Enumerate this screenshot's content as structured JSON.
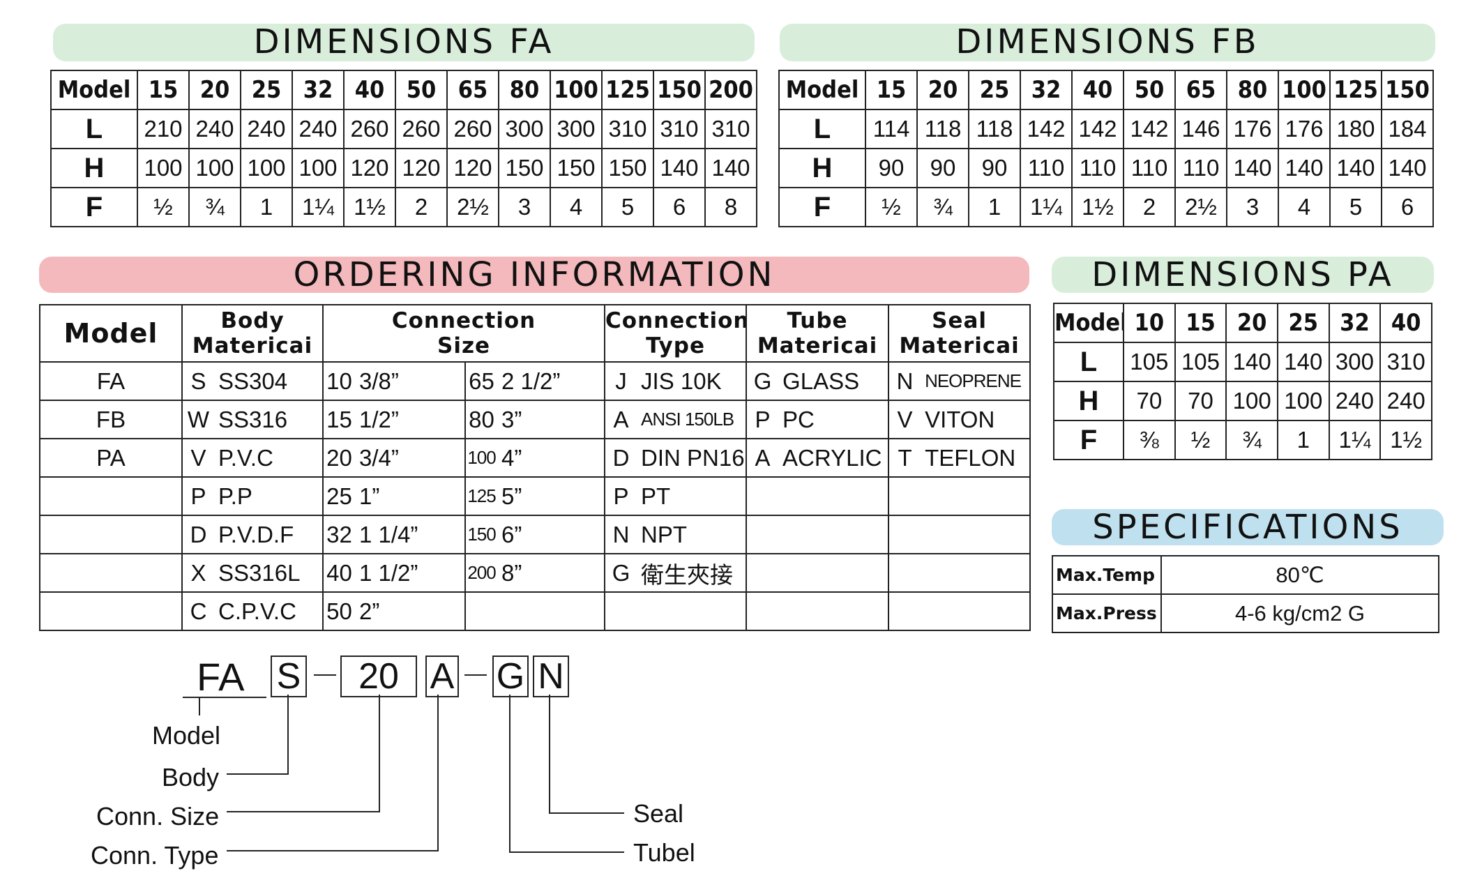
{
  "dimensions_fa": {
    "title": "DIMENSIONS FA",
    "header": [
      "Model",
      "15",
      "20",
      "25",
      "32",
      "40",
      "50",
      "65",
      "80",
      "100",
      "125",
      "150",
      "200"
    ],
    "rows": [
      {
        "label": "L",
        "values": [
          "210",
          "240",
          "240",
          "240",
          "260",
          "260",
          "260",
          "300",
          "300",
          "310",
          "310",
          "310"
        ]
      },
      {
        "label": "H",
        "values": [
          "100",
          "100",
          "100",
          "100",
          "120",
          "120",
          "120",
          "150",
          "150",
          "150",
          "140",
          "140"
        ]
      },
      {
        "label": "F",
        "values": [
          "½",
          "¾",
          "1",
          "1¼",
          "1½",
          "2",
          "2½",
          "3",
          "4",
          "5",
          "6",
          "8"
        ]
      }
    ]
  },
  "dimensions_fb": {
    "title": "DIMENSIONS FB",
    "header": [
      "Model",
      "15",
      "20",
      "25",
      "32",
      "40",
      "50",
      "65",
      "80",
      "100",
      "125",
      "150"
    ],
    "rows": [
      {
        "label": "L",
        "values": [
          "114",
          "118",
          "118",
          "142",
          "142",
          "142",
          "146",
          "176",
          "176",
          "180",
          "184"
        ]
      },
      {
        "label": "H",
        "values": [
          "90",
          "90",
          "90",
          "110",
          "110",
          "110",
          "110",
          "140",
          "140",
          "140",
          "140"
        ]
      },
      {
        "label": "F",
        "values": [
          "½",
          "¾",
          "1",
          "1¼",
          "1½",
          "2",
          "2½",
          "3",
          "4",
          "5",
          "6"
        ]
      }
    ]
  },
  "dimensions_pa": {
    "title": "DIMENSIONS PA",
    "header": [
      "Model",
      "10",
      "15",
      "20",
      "25",
      "32",
      "40"
    ],
    "rows": [
      {
        "label": "L",
        "values": [
          "105",
          "105",
          "140",
          "140",
          "300",
          "310"
        ]
      },
      {
        "label": "H",
        "values": [
          "70",
          "70",
          "100",
          "100",
          "240",
          "240"
        ]
      },
      {
        "label": "F",
        "values": [
          "⅜",
          "½",
          "¾",
          "1",
          "1¼",
          "1½"
        ]
      }
    ]
  },
  "ordering": {
    "title": "ORDERING INFORMATION",
    "headers": {
      "model": "Model",
      "body_1": "Body",
      "body_2": "Matericai",
      "size_1": "Connection",
      "size_2": "Size",
      "type_1": "Connection",
      "type_2": "Type",
      "tube_1": "Tube",
      "tube_2": "Matericai",
      "seal_1": "Seal",
      "seal_2": "Matericai"
    },
    "rows": [
      {
        "model": "FA",
        "body_code": "S",
        "body": "SS304",
        "s1": "10",
        "s1v": "3/8”",
        "s2": "65",
        "s2v": "2 1/2”",
        "type_code": "J",
        "type": "JIS 10K",
        "tube_code": "G",
        "tube": "GLASS",
        "seal_code": "N",
        "seal": "NEOPRENE"
      },
      {
        "model": "FB",
        "body_code": "W",
        "body": "SS316",
        "s1": "15",
        "s1v": "1/2”",
        "s2": "80",
        "s2v": "3”",
        "type_code": "A",
        "type": "ANSI 150LB",
        "tube_code": "P",
        "tube": "PC",
        "seal_code": "V",
        "seal": "VITON"
      },
      {
        "model": "PA",
        "body_code": "V",
        "body": "P.V.C",
        "s1": "20",
        "s1v": "3/4”",
        "s2": "100",
        "s2v": "4”",
        "type_code": "D",
        "type": "DIN PN16",
        "tube_code": "A",
        "tube": "ACRYLIC",
        "seal_code": "T",
        "seal": "TEFLON"
      },
      {
        "model": "",
        "body_code": "P",
        "body": "P.P",
        "s1": "25",
        "s1v": "1”",
        "s2": "125",
        "s2v": "5”",
        "type_code": "P",
        "type": "PT",
        "tube_code": "",
        "tube": "",
        "seal_code": "",
        "seal": ""
      },
      {
        "model": "",
        "body_code": "D",
        "body": "P.V.D.F",
        "s1": "32",
        "s1v": "1 1/4”",
        "s2": "150",
        "s2v": "6”",
        "type_code": "N",
        "type": "NPT",
        "tube_code": "",
        "tube": "",
        "seal_code": "",
        "seal": ""
      },
      {
        "model": "",
        "body_code": "X",
        "body": "SS316L",
        "s1": "40",
        "s1v": "1 1/2”",
        "s2": "200",
        "s2v": "8”",
        "type_code": "G",
        "type": "衛生夾接",
        "tube_code": "",
        "tube": "",
        "seal_code": "",
        "seal": ""
      },
      {
        "model": "",
        "body_code": "C",
        "body": "C.P.V.C",
        "s1": "50",
        "s1v": "2”",
        "s2": "",
        "s2v": "",
        "type_code": "",
        "type": "",
        "tube_code": "",
        "tube": "",
        "seal_code": "",
        "seal": ""
      }
    ]
  },
  "specifications": {
    "title": "SPECIFICATIONS",
    "rows": [
      {
        "label": "Max.Temp",
        "value": "80℃"
      },
      {
        "label": "Max.Press",
        "value": "4-6 kg/cm2 G"
      }
    ]
  },
  "example_code": {
    "model": "FA",
    "body": "S",
    "size": "20",
    "type": "A",
    "tube": "G",
    "seal": "N",
    "labels": {
      "model": "Model",
      "body": "Body",
      "size": "Conn. Size",
      "type": "Conn. Type",
      "seal": "Seal",
      "tube": "Tubel"
    }
  }
}
